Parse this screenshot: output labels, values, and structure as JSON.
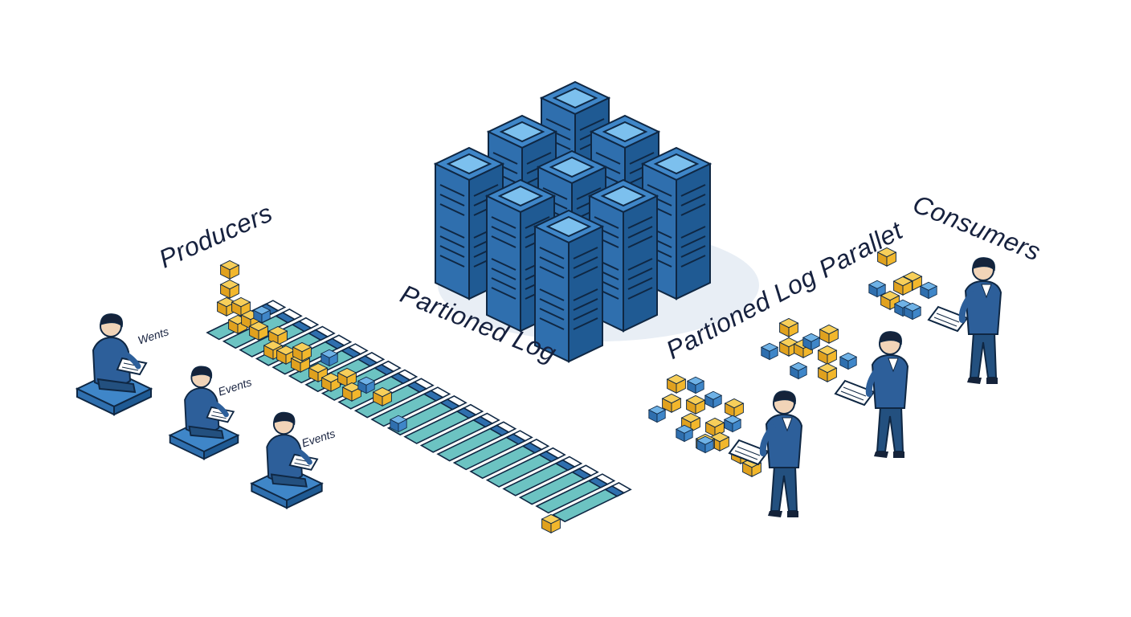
{
  "labels": {
    "producers": "Producers",
    "partitioned_log": "Partioned Log",
    "partitioned_log_parallel": "Partioned Log Parallet",
    "consumers": "Consumers"
  },
  "producers": [
    {
      "event_label": "Wents"
    },
    {
      "event_label": "Events"
    },
    {
      "event_label": "Events"
    }
  ],
  "colors": {
    "server_blue": "#2f6fae",
    "server_dark": "#1d4a78",
    "server_top": "#5aa3dc",
    "lane_teal": "#6cc3c2",
    "cube_yellow": "#f2b72c",
    "cube_blue": "#3f86c8",
    "person_suit": "#2d5f9a",
    "outline": "#0f2743"
  }
}
